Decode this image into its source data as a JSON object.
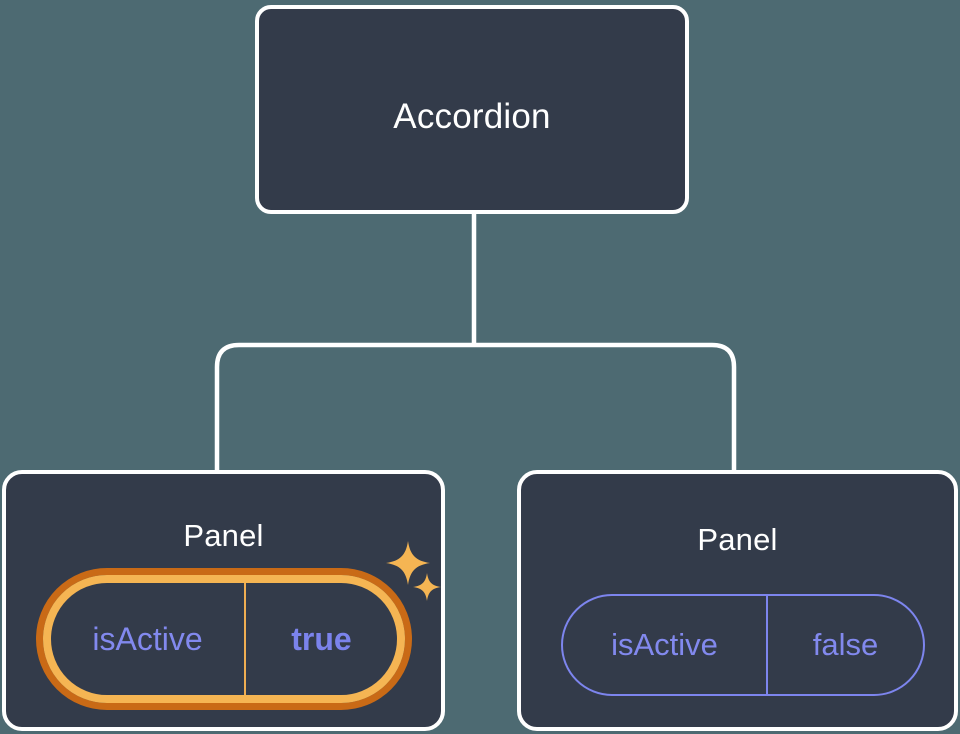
{
  "diagram": {
    "type": "component-tree",
    "background_color": "#4d6a72",
    "node_fill_color": "#333b4a",
    "node_border_color": "#ffffff",
    "connector_color": "#ffffff",
    "accent_highlight_outer": "#c96a16",
    "accent_highlight_inner": "#f5b553",
    "accent_value_color": "#7d85ee",
    "root": {
      "title": "Accordion"
    },
    "children": [
      {
        "title": "Panel",
        "highlighted": true,
        "prop": {
          "key": "isActive",
          "value": "true"
        },
        "sparkles": [
          "sparkle-icon-large",
          "sparkle-icon-small"
        ]
      },
      {
        "title": "Panel",
        "highlighted": false,
        "prop": {
          "key": "isActive",
          "value": "false"
        }
      }
    ]
  }
}
